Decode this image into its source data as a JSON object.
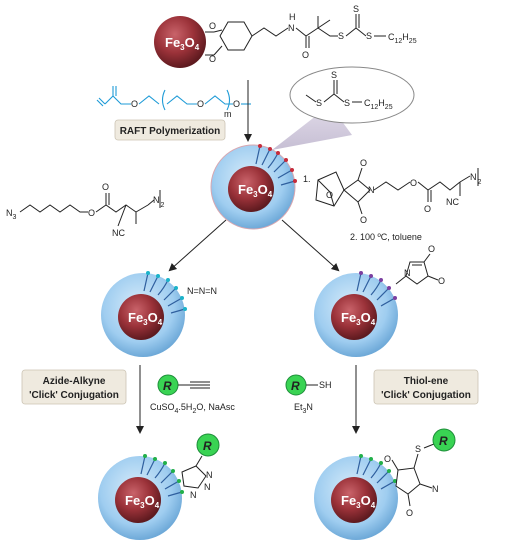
{
  "core": {
    "label_main": "Fe",
    "sub1": "3",
    "mid": "O",
    "sub2": "4"
  },
  "top": {
    "chain": "C",
    "chain_sub": "12",
    "chain_h": "H",
    "chain_h_sub": "25",
    "atoms": {
      "O": "O",
      "H": "H",
      "N": "N",
      "S": "S"
    }
  },
  "monomer": {
    "m": "m",
    "O": "O"
  },
  "steps": {
    "raft": "RAFT Polymerization",
    "azide_title_1": "Azide-Alkyne",
    "azide_title_2": "'Click' Conjugation",
    "thiol_title_1": "Thiol-ene",
    "thiol_title_2": "'Click' Conjugation"
  },
  "reagents": {
    "maleimide_step1": "1.",
    "maleimide_step2": "2. 100 ºC, toluene",
    "azide_reagent": "N",
    "azide_reagent_sub": "3",
    "nc": "NC",
    "n2": "N",
    "two": "2",
    "cu": "CuSO",
    "cu_sub": "4",
    "cu_rest": ".5H",
    "cu_h2o_sub": "2",
    "cu_tail": "O, NaAsc",
    "et3n": "Et",
    "et3n_sub": "3",
    "et3n_tail": "N",
    "sh": "SH",
    "azide_label": "N=N=N",
    "R": "R",
    "S": "S",
    "N": "N",
    "O": "O"
  },
  "colors": {
    "core": "#8b2e34",
    "shell": "#8fc3ea",
    "polymer": "#2f5f9e",
    "alkyne_end": "#1bb3c9",
    "maleimide_end": "#7b3fa0",
    "green_end": "#22b04a",
    "R_green": "#39d353",
    "acrylate": "#1e9bd7",
    "box_bg": "#efeadf"
  }
}
